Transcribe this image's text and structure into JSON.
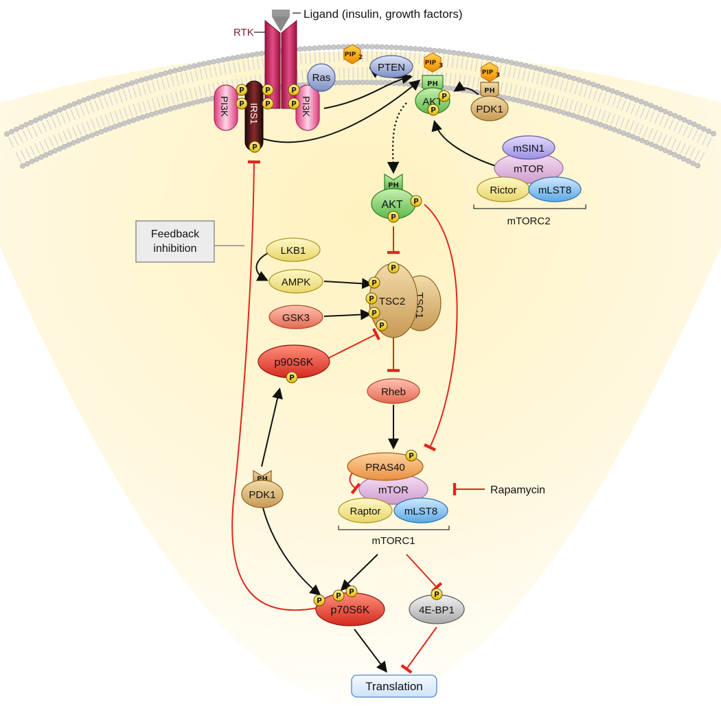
{
  "labels": {
    "ligand": "Ligand (insulin, growth factors)",
    "rtk": "RTK",
    "ras": "Ras",
    "pten": "PTEN",
    "pip2": "PIP",
    "pip2_sub": "2",
    "pip3": "PIP",
    "pip3_sub": "3",
    "pi3k": "PI3K",
    "irs1": "IRS1",
    "akt": "AKT",
    "ph": "PH",
    "pdk1": "PDK1",
    "msin1": "mSIN1",
    "mtor": "mTOR",
    "rictor": "Rictor",
    "mlst8": "mLST8",
    "mtorc2": "mTORC2",
    "feedback_line1": "Feedback",
    "feedback_line2": "inhibition",
    "lkb1": "LKB1",
    "ampk": "AMPK",
    "gsk3": "GSK3",
    "tsc2": "TSC2",
    "tsc1": "TSC1",
    "p90s6k": "p90S6K",
    "rheb": "Rheb",
    "pras40": "PRAS40",
    "raptor": "Raptor",
    "mtorc1": "mTORC1",
    "rapamycin": "Rapamycin",
    "p70s6k": "p70S6K",
    "fourebp1": "4E-BP1",
    "translation": "Translation",
    "p": "P"
  },
  "colors": {
    "activation_arrow": "#111111",
    "inhibition": "#e0261c",
    "rtk": "#c2185b",
    "membrane": "#c9c9c9",
    "cytoplasm": "#fff6d2"
  }
}
